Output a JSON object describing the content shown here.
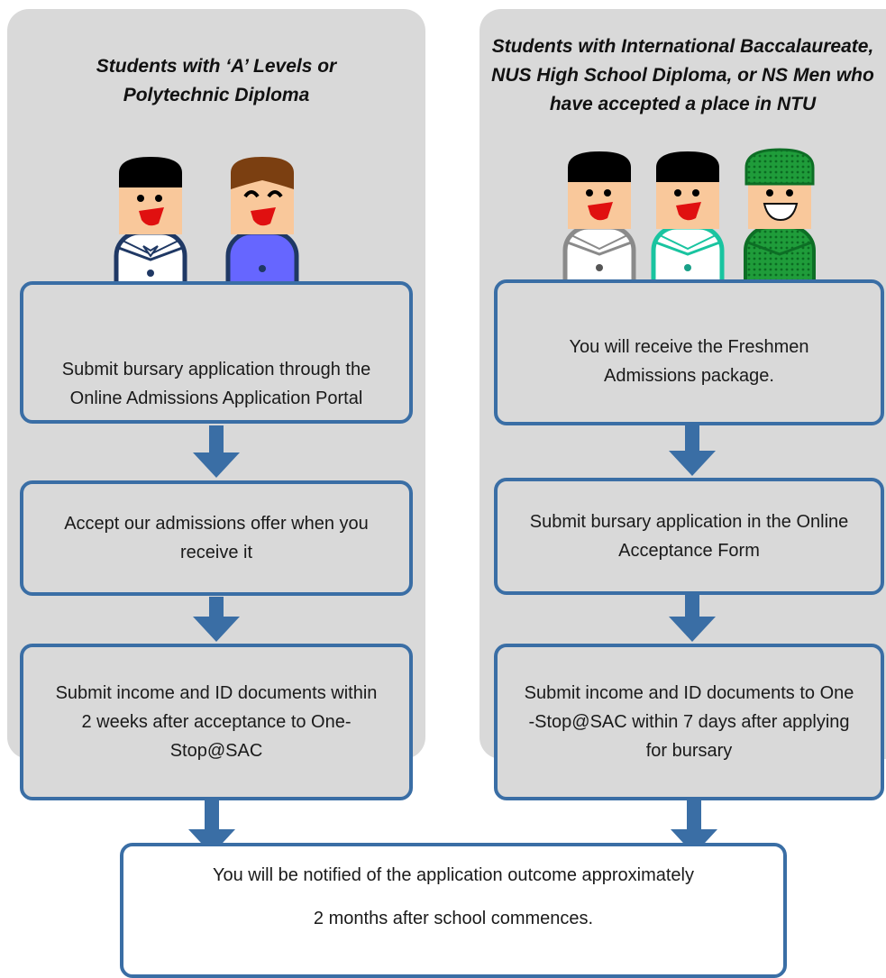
{
  "left_panel": {
    "title_line1": "Students with ‘A’ Levels or",
    "title_line2": "Polytechnic Diploma",
    "steps": [
      {
        "line1": "Submit bursary application through the",
        "line2": "Online Admissions Application Portal"
      },
      {
        "line1": "Accept our admissions offer when you",
        "line2": "receive it"
      },
      {
        "line1": "Submit income and ID documents within",
        "line2": "2 weeks after acceptance to One-",
        "line3": "Stop@SAC"
      }
    ]
  },
  "right_panel": {
    "title_line1": "Students with International Baccalaureate,",
    "title_line2": "NUS High School Diploma, or NS Men who",
    "title_line3": "have accepted a place in NTU",
    "steps": [
      {
        "line1": "You will receive the Freshmen",
        "line2": "Admissions package."
      },
      {
        "line1": "Submit bursary application in the Online",
        "line2": "Acceptance Form"
      },
      {
        "line1": "Submit income and ID documents to One",
        "line2": "-Stop@SAC within 7 days after applying",
        "line3": "for bursary"
      }
    ]
  },
  "final_step": {
    "line1": "You will be notified of the application outcome approximately",
    "line2": "2 months after school commences."
  },
  "colors": {
    "panel": "#d9d9d9",
    "box_border": "#3a6ea5",
    "arrow": "#3a6ea5",
    "skin": "#f9c89b",
    "mouth": "#e01010"
  },
  "figures": {
    "left": [
      "student-male-icon",
      "student-female-icon"
    ],
    "right": [
      "student-male-grey-icon",
      "student-male-teal-icon",
      "ns-man-soldier-icon"
    ]
  }
}
